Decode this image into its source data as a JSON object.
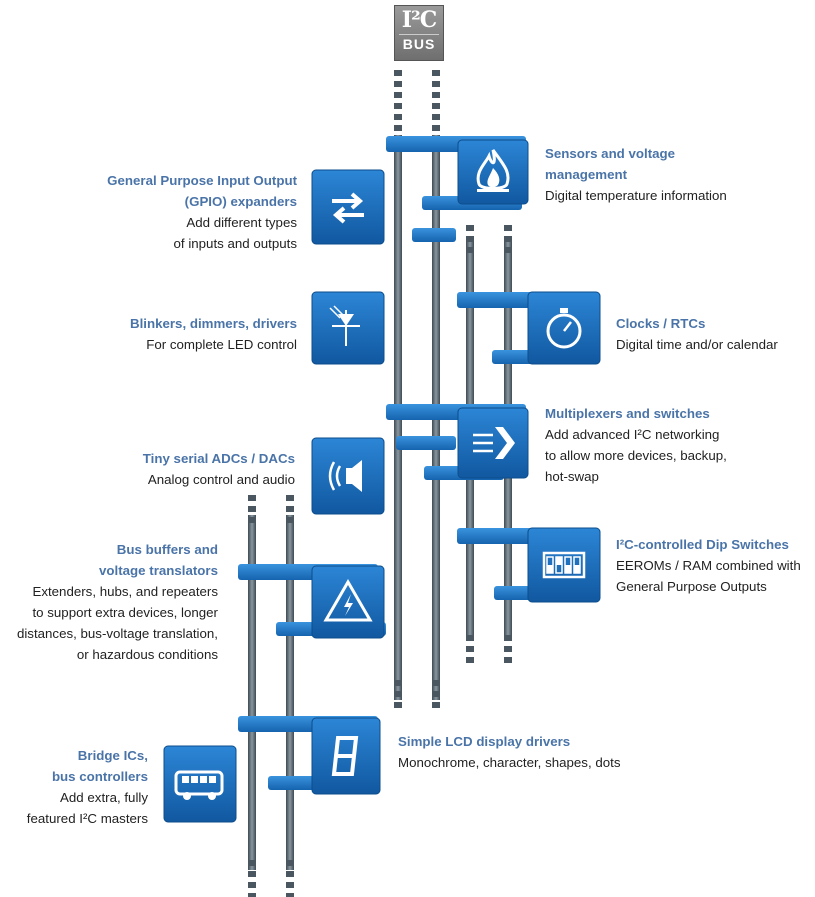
{
  "logo": {
    "mark": "I²C",
    "label": "BUS"
  },
  "modules": [
    {
      "id": "gpio",
      "title": "General Purpose Input Output\n(GPIO) expanders",
      "desc": "Add different types\nof inputs and outputs",
      "icon": "arrows-icon"
    },
    {
      "id": "sensors",
      "title": "Sensors and voltage\nmanagement",
      "desc": "Digital temperature information",
      "icon": "flame-icon"
    },
    {
      "id": "led",
      "title": "Blinkers, dimmers, drivers",
      "desc": "For complete LED control",
      "icon": "led-diode-icon"
    },
    {
      "id": "rtc",
      "title": "Clocks / RTCs",
      "desc": "Digital time and/or calendar",
      "icon": "stopwatch-icon"
    },
    {
      "id": "mux",
      "title": "Multiplexers and switches",
      "desc": "Add advanced I²C networking\nto allow more devices, backup,\nhot-swap",
      "icon": "chevron-arrows-icon"
    },
    {
      "id": "adc",
      "title": "Tiny serial ADCs / DACs",
      "desc": "Analog control and audio",
      "icon": "speaker-icon"
    },
    {
      "id": "dip",
      "title": "I²C-controlled Dip Switches",
      "desc": "EEROMs / RAM combined with\nGeneral Purpose Outputs",
      "icon": "dip-switch-icon"
    },
    {
      "id": "buffers",
      "title": "Bus buffers and\nvoltage translators",
      "desc": "Extenders, hubs, and repeaters\nto support extra devices, longer\ndistances, bus-voltage translation,\nor hazardous conditions",
      "icon": "warning-bolt-icon"
    },
    {
      "id": "lcd",
      "title": "Simple LCD display drivers",
      "desc": "Monochrome, character, shapes, dots",
      "icon": "seven-segment-icon"
    },
    {
      "id": "bridge",
      "title": "Bridge ICs,\nbus controllers",
      "desc": "Add extra, fully\nfeatured I²C masters",
      "icon": "bus-icon"
    }
  ],
  "colors": {
    "module": "#1f6fb8",
    "module_dark": "#0e4f8f",
    "rail": "#5e6d78",
    "rail_light": "#8d9aa3",
    "title": "#4a74a8"
  }
}
